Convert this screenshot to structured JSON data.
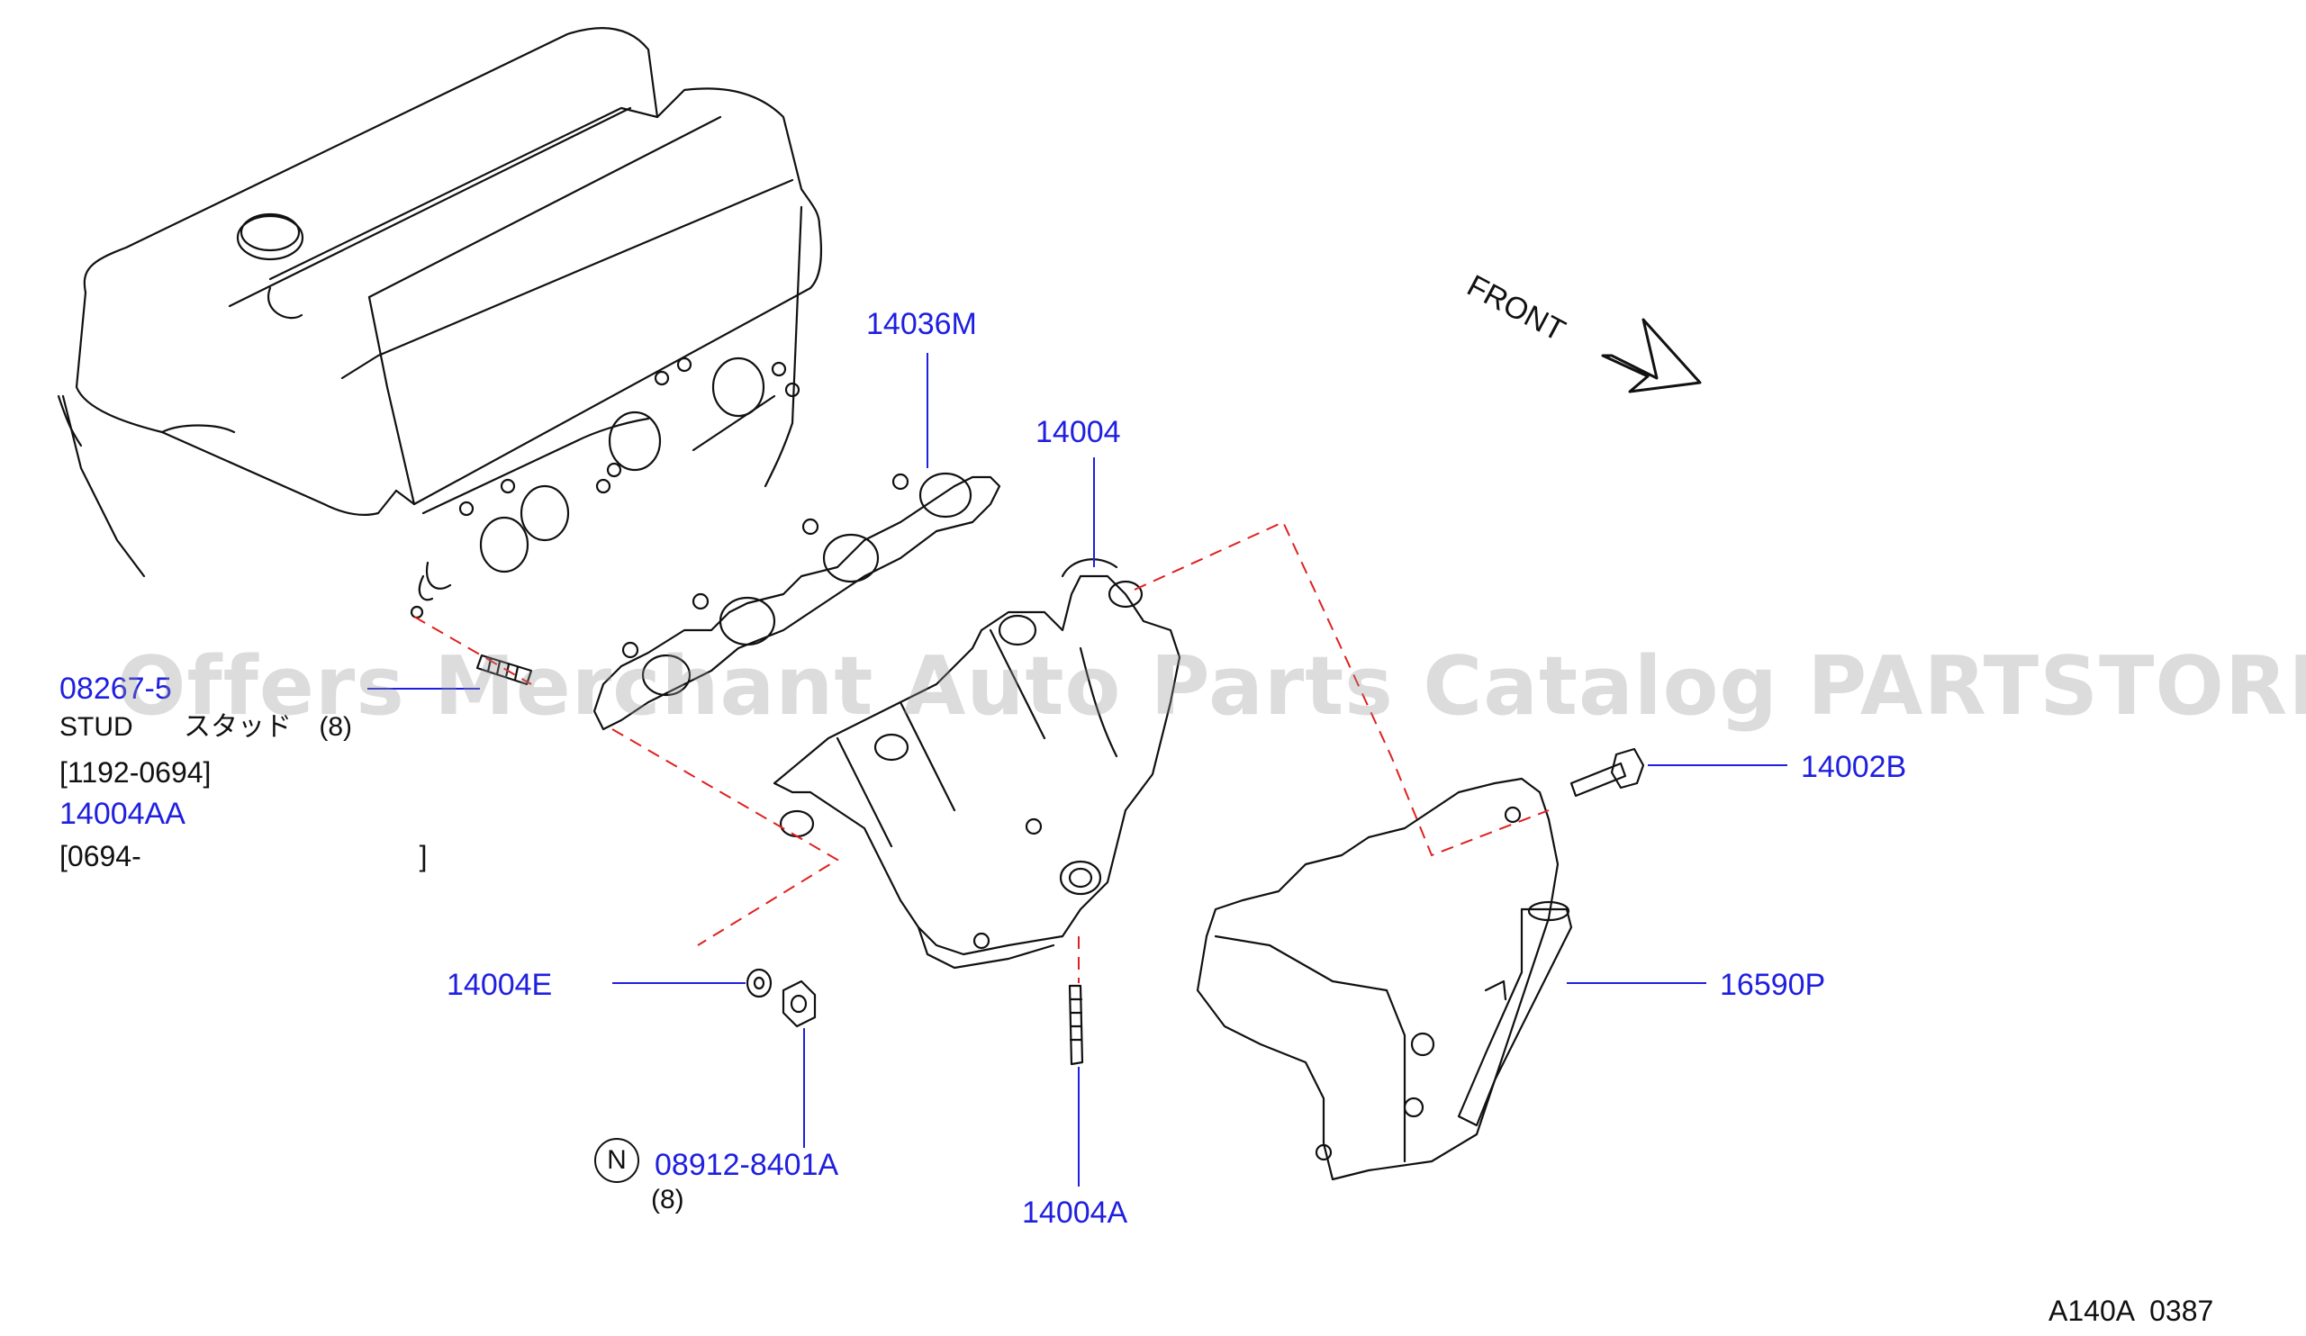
{
  "callouts": {
    "p14036m": "14036M",
    "p14004": "14004",
    "p082": "08267-5",
    "stud_label": "STUD",
    "stud_jp": "スタッド",
    "stud_qty": "(8)",
    "range_a": "[1192-0694]",
    "p14004aa": "14004AA",
    "range_b_start": "[0694-",
    "range_b_end": "]",
    "p14002b": "14002B",
    "p16590p": "16590P",
    "p14004e": "14004E",
    "nut_badge": "N",
    "p08912": "08912-8401A",
    "nut_qty": "(8)",
    "p14004a": "14004A"
  },
  "front_label": "FRONT",
  "diagram_code": "A140A  0387",
  "watermark": "Offers Merchant Auto Parts Catalog PARTSTORE.SA",
  "colors": {
    "callout": "#1f1fe0",
    "leader": "#1f1fe0",
    "dash": "#e02020",
    "line": "#111111"
  }
}
